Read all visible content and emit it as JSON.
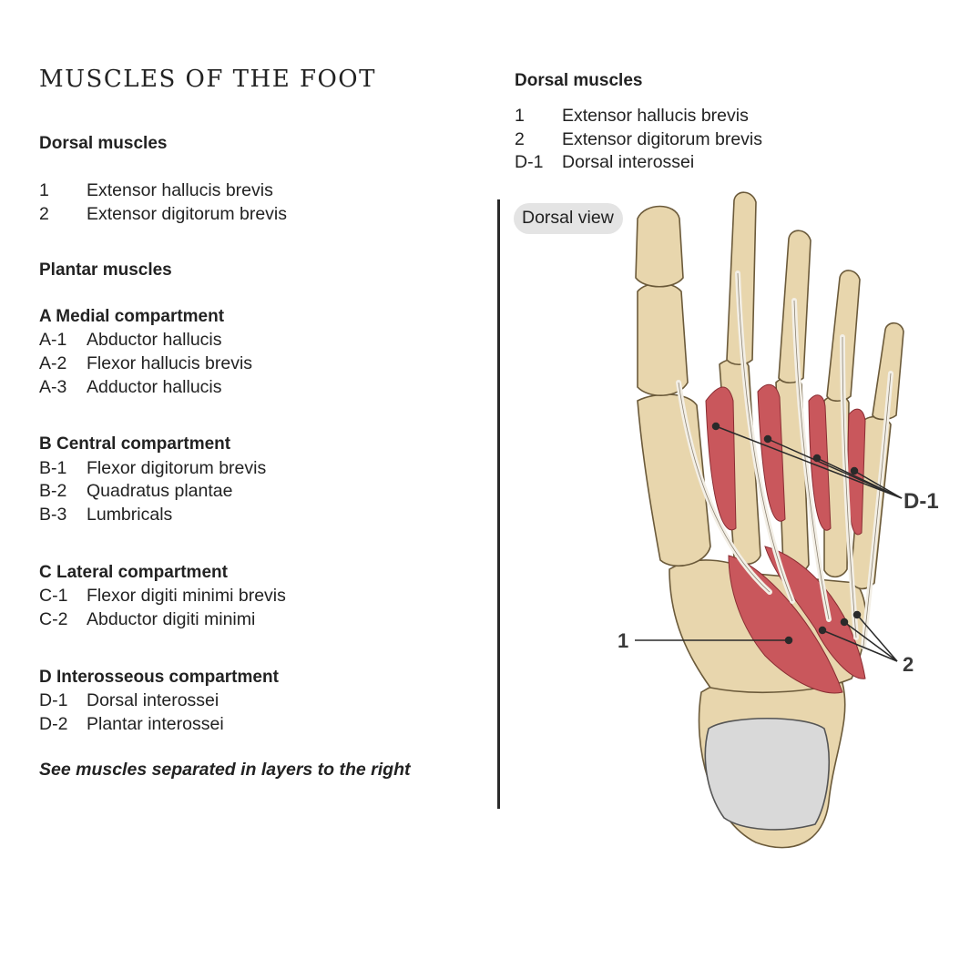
{
  "title": "MUSCLES OF THE FOOT",
  "left": {
    "dorsal_heading": "Dorsal muscles",
    "dorsal_items": [
      {
        "num": "1",
        "name": "Extensor hallucis brevis"
      },
      {
        "num": "2",
        "name": "Extensor digitorum brevis"
      }
    ],
    "plantar_heading": "Plantar muscles",
    "groups": [
      {
        "heading": "A Medial compartment",
        "items": [
          {
            "num": "A-1",
            "name": "Abductor hallucis"
          },
          {
            "num": "A-2",
            "name": "Flexor hallucis brevis"
          },
          {
            "num": "A-3",
            "name": "Adductor hallucis"
          }
        ]
      },
      {
        "heading": "B Central compartment",
        "items": [
          {
            "num": "B-1",
            "name": "Flexor digitorum brevis"
          },
          {
            "num": "B-2",
            "name": "Quadratus plantae"
          },
          {
            "num": "B-3",
            "name": "Lumbricals"
          }
        ]
      },
      {
        "heading": "C Lateral compartment",
        "items": [
          {
            "num": "C-1",
            "name": "Flexor digiti minimi brevis"
          },
          {
            "num": "C-2",
            "name": "Abductor digiti minimi"
          }
        ]
      },
      {
        "heading": "D Interosseous compartment",
        "items": [
          {
            "num": "D-1",
            "name": "Dorsal interossei"
          },
          {
            "num": "D-2",
            "name": "Plantar interossei"
          }
        ]
      }
    ],
    "note": "See muscles separated in layers to the right"
  },
  "right": {
    "heading": "Dorsal muscles",
    "items": [
      {
        "num": "1",
        "name": "Extensor hallucis brevis"
      },
      {
        "num": "2",
        "name": "Extensor digitorum brevis"
      },
      {
        "num": "D-1",
        "name": "Dorsal interossei"
      }
    ],
    "view_label": "Dorsal view",
    "callouts": {
      "c1": "1",
      "c2": "2",
      "d1": "D-1"
    }
  },
  "colors": {
    "bone": "#e8d6ad",
    "bone_outline": "#6b5a3a",
    "muscle": "#c9575c",
    "tendon": "#f3efe6",
    "talus": "#d9d9d9",
    "divider": "#2a2a2a"
  }
}
